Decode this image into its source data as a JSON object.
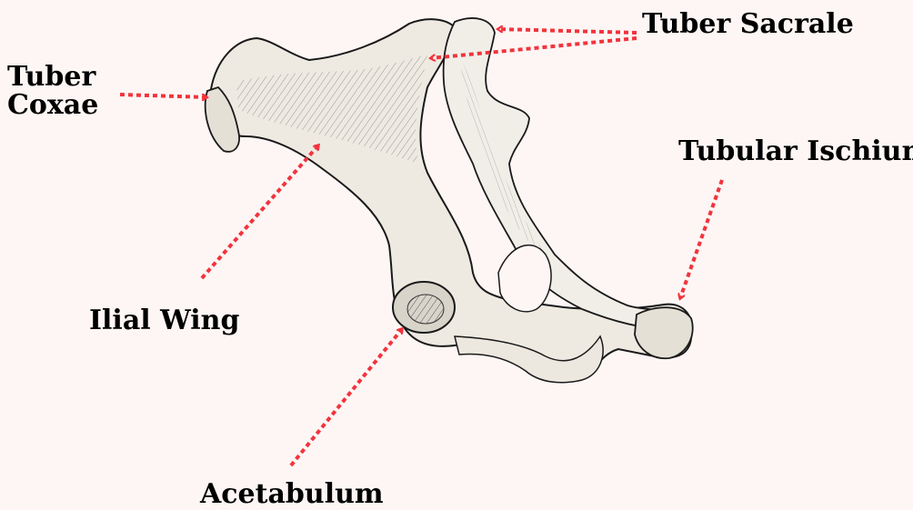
{
  "labels": {
    "tuber_coxae_line1": "Tuber",
    "tuber_coxae_line2": "Coxae",
    "tuber_sacrale": "Tuber Sacrale",
    "tubular_ischium": "Tubular Ischium",
    "ilial_wing": "Ilial Wing",
    "acetabulum": "Acetabulum"
  },
  "colors": {
    "background": "#fdf6f4",
    "arrow": "#f2333d",
    "bone_fill": "#eeeae2",
    "bone_outline": "#1a1a1a",
    "label_text": "#000000"
  },
  "illustration": "pelvis-bone-engraving"
}
